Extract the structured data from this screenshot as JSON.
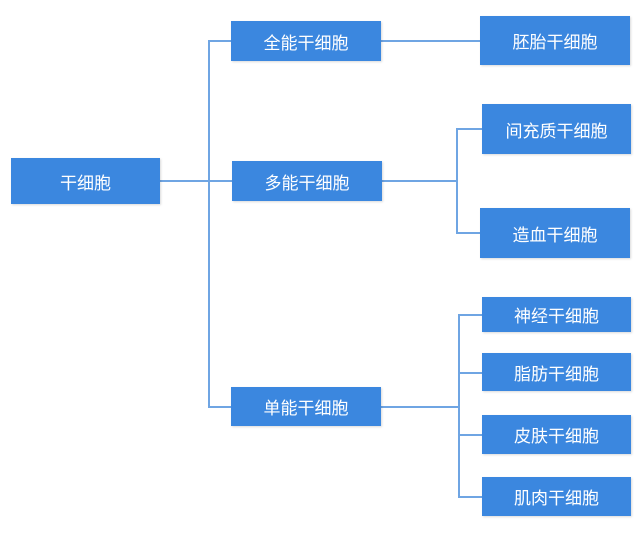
{
  "diagram": {
    "root": "干细胞",
    "level1": [
      "全能干细胞",
      "多能干细胞",
      "单能干细胞"
    ],
    "totipotent_children": [
      "胚胎干细胞"
    ],
    "pluripotent_children": [
      "间充质干细胞",
      "造血干细胞"
    ],
    "unipotent_children": [
      "神经干细胞",
      "脂肪干细胞",
      "皮肤干细胞",
      "肌肉干细胞"
    ]
  },
  "colors": {
    "node": "#3b87df",
    "connector": "#6fa5e3"
  }
}
